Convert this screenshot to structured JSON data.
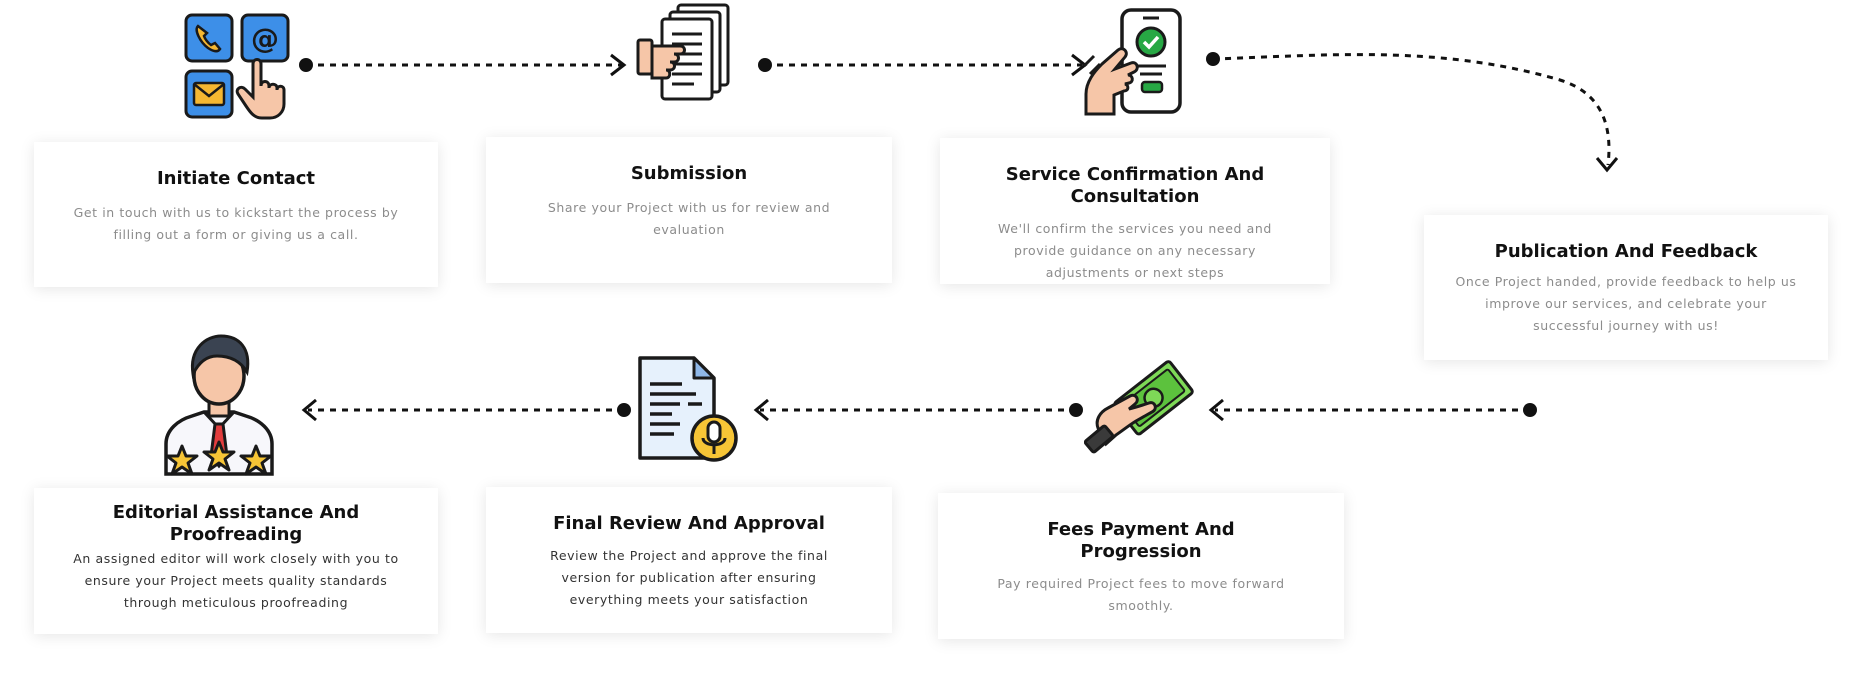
{
  "steps": [
    {
      "title": "Initiate Contact",
      "text": "Get in touch with us to kickstart the process by filling out a form or giving us a call.",
      "icon": "contact-touch-icon"
    },
    {
      "title": "Submission",
      "text": "Share your Project  with us for review and evaluation",
      "icon": "documents-hand-icon"
    },
    {
      "title": "Service Confirmation And Consultation",
      "text": "We'll confirm the services you need and provide guidance on any necessary adjustments or next steps",
      "icon": "phone-check-icon"
    },
    {
      "title": "Publication And Feedback",
      "text": "Once Project handed, provide feedback to help us improve our services, and celebrate your successful journey with us!",
      "icon": ""
    },
    {
      "title": "Fees Payment And Progression",
      "text": "Pay  required Project  fees to move forward smoothly.",
      "icon": "money-hand-icon"
    },
    {
      "title": "Final Review And Approval",
      "text": "Review the Project  and approve the final version for publication after ensuring everything meets your satisfaction",
      "icon": "document-mic-icon"
    },
    {
      "title": "Editorial Assistance And Proofreading",
      "text": "An assigned editor will work closely with you to ensure your Project  meets quality standards through meticulous proofreading",
      "icon": "editor-stars-icon"
    }
  ],
  "colors": {
    "outline": "#1a1a1a",
    "blue": "#3d8fe8",
    "yellow": "#f5b731",
    "skin": "#f6c6a8",
    "green": "#27a844",
    "money": "#7ed957",
    "paper": "#ffffff",
    "doc_blue": "#e6f1fc",
    "star": "#f7c536",
    "tie": "#e23d3d"
  }
}
